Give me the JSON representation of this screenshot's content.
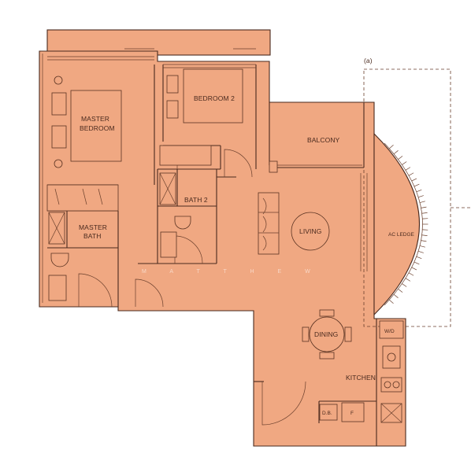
{
  "plan": {
    "marker": "(a)",
    "watermark": "M A T T H E W",
    "rooms": {
      "master_bedroom_l1": "MASTER",
      "master_bedroom_l2": "BEDROOM",
      "bedroom2": "BEDROOM 2",
      "balcony": "BALCONY",
      "master_bath_l1": "MASTER",
      "master_bath_l2": "BATH",
      "bath2": "BATH 2",
      "living": "LIVING",
      "ac_ledge": "AC LEDGE",
      "dining": "DINING",
      "kitchen": "KITCHEN",
      "wd": "W/D",
      "db": "D.B.",
      "fridge": "F"
    },
    "colors": {
      "floor": "#f0a882",
      "line": "#4a2a1e"
    }
  }
}
